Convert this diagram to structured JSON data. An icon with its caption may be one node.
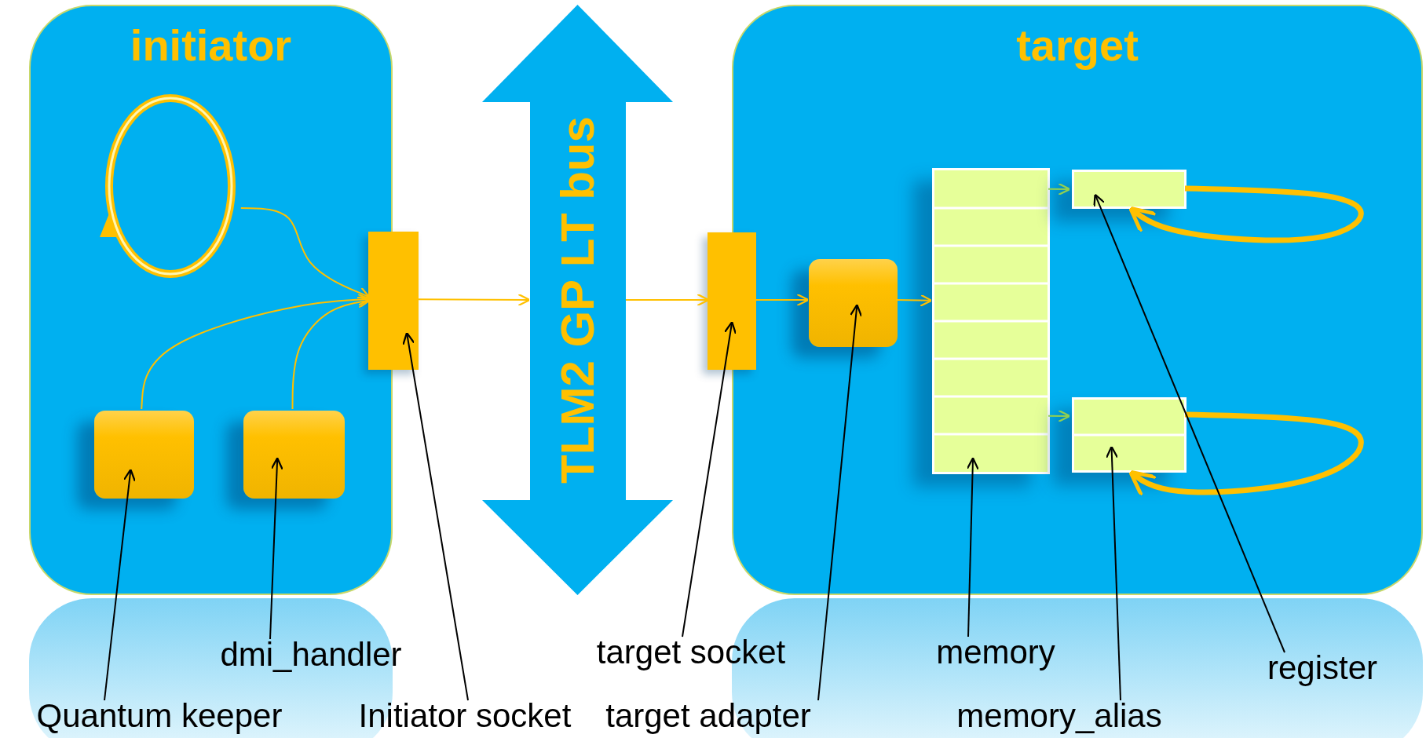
{
  "diagram": {
    "nodes": [
      {
        "text": [
          "initiator"
        ]
      },
      {
        "text": [],
        "shape": "circle",
        "in": 0
      },
      {
        "text": [],
        "shape": "box",
        "in": 0
      },
      {
        "text": [],
        "shape": "box",
        "in": 0
      },
      {
        "text": [],
        "shape": "bar"
      },
      {
        "text": [
          "TLM2 GP LT bus"
        ]
      },
      {
        "text": [
          "target"
        ]
      },
      {
        "text": [],
        "shape": "bar"
      },
      {
        "text": [],
        "shape": "box",
        "in": 6
      },
      {
        "text": [],
        "shape": "box",
        "in": 6
      },
      {
        "text": [],
        "shape": "box",
        "in": 6
      },
      {
        "text": [],
        "shape": "box",
        "in": 6
      },
      {
        "text": [
          "Quantum keeper"
        ]
      },
      {
        "text": [
          "dmi_handler"
        ]
      },
      {
        "text": [
          "Initiator socket"
        ]
      },
      {
        "text": [
          "target socket"
        ]
      },
      {
        "text": [
          "target adapter"
        ]
      },
      {
        "text": [
          "memory"
        ]
      },
      {
        "text": [
          "memory_alias"
        ]
      },
      {
        "text": [
          "register"
        ]
      }
    ],
    "edges": [
      {
        "from": 1,
        "to": 4,
        "arrow": "to"
      },
      {
        "from": 2,
        "to": 4,
        "arrow": "to"
      },
      {
        "from": 3,
        "to": 4,
        "arrow": "to"
      },
      {
        "from": 4,
        "to": 5,
        "arrow": "to"
      },
      {
        "from": 5,
        "to": 7,
        "arrow": "to"
      },
      {
        "from": 7,
        "to": 8,
        "arrow": "to"
      },
      {
        "from": 8,
        "to": 9,
        "arrow": "to"
      },
      {
        "from": 9,
        "to": 10,
        "arrow": "to",
        "color": "#92d050"
      },
      {
        "from": 9,
        "to": 11,
        "arrow": "to",
        "color": "#92d050"
      },
      {
        "from": 10,
        "to": 10,
        "arrow": "to",
        "style": "thick"
      },
      {
        "from": 11,
        "to": 11,
        "arrow": "to",
        "style": "thick"
      },
      {
        "from": 12,
        "to": 2,
        "arrow": "to",
        "color": "#000000"
      },
      {
        "from": 13,
        "to": 3,
        "arrow": "to",
        "color": "#000000"
      },
      {
        "from": 14,
        "to": 4,
        "arrow": "to",
        "color": "#000000"
      },
      {
        "from": 15,
        "to": 7,
        "arrow": "to",
        "color": "#000000"
      },
      {
        "from": 16,
        "to": 8,
        "arrow": "to",
        "color": "#000000"
      },
      {
        "from": 17,
        "to": 9,
        "arrow": "to",
        "color": "#000000"
      },
      {
        "from": 18,
        "to": 11,
        "arrow": "to",
        "color": "#000000"
      },
      {
        "from": 19,
        "to": 10,
        "arrow": "to",
        "color": "#000000"
      }
    ]
  }
}
